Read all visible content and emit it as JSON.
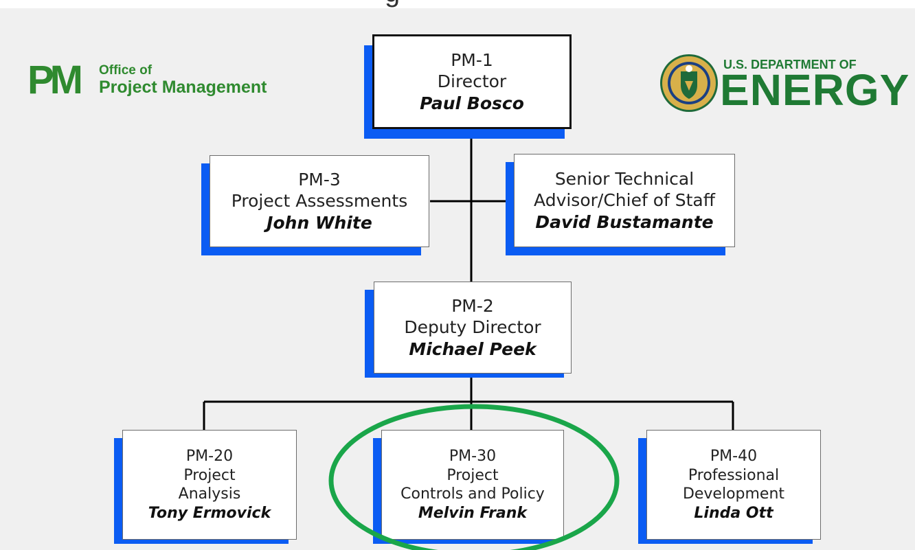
{
  "title_fragment": "g",
  "logos": {
    "pm": {
      "mark": "PM",
      "line1": "Office of",
      "line2": "Project Management"
    },
    "doe": {
      "line1": "U.S. DEPARTMENT OF",
      "line2": "ENERGY"
    }
  },
  "nodes": {
    "pm1": {
      "code": "PM-1",
      "title": "Director",
      "name": "Paul Bosco"
    },
    "pm3": {
      "code": "PM-3",
      "title": "Project Assessments",
      "name": "John White"
    },
    "sta": {
      "line1": "Senior Technical",
      "line2": "Advisor/Chief of Staff",
      "name": "David Bustamante"
    },
    "pm2": {
      "code": "PM-2",
      "title": "Deputy Director",
      "name": "Michael Peek"
    },
    "pm20": {
      "code": "PM-20",
      "line1": "Project",
      "line2": "Analysis",
      "name": "Tony Ermovick"
    },
    "pm30": {
      "code": "PM-30",
      "line1": "Project",
      "line2": "Controls and Policy",
      "name": "Melvin Frank"
    },
    "pm40": {
      "code": "PM-40",
      "line1": "Professional",
      "line2": "Development",
      "name": "Linda Ott"
    }
  },
  "colors": {
    "background": "#f0f0f0",
    "shadow_blue": "#0b5cf3",
    "connector": "#000000",
    "highlight_green": "#1aa64a",
    "logo_green": "#2f8a2f"
  },
  "highlight": {
    "target": "pm30",
    "shape": "ellipse",
    "color": "#1aa64a"
  }
}
